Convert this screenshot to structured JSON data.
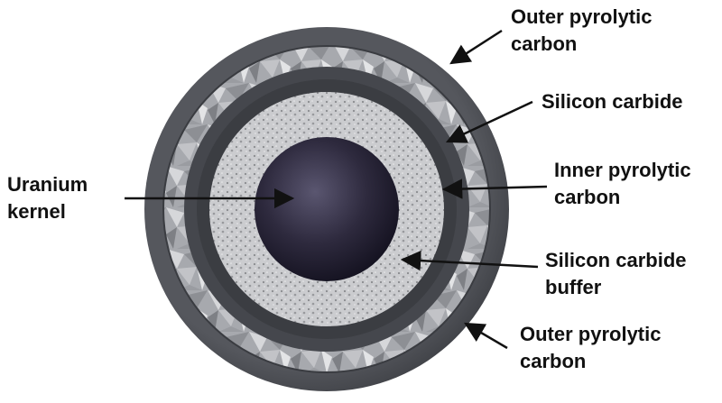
{
  "labels": {
    "outer_pyrolytic_top": [
      "Outer pyrolytic",
      "carbon"
    ],
    "silicon_carbide": [
      "Silicon carbide"
    ],
    "inner_pyrolytic": [
      "Inner pyrolytic",
      "carbon"
    ],
    "uranium_kernel": [
      "Uranium",
      "kernel"
    ],
    "silicon_carbide_buffer": [
      "Silicon carbide",
      "buffer"
    ],
    "outer_pyrolytic_bottom": [
      "Outer pyrolytic",
      "carbon"
    ]
  },
  "colors": {
    "outer_pyrolytic": "#4a4c52",
    "silicon_carbide": "#a9abb0",
    "inner_pyrolytic": "#45474d",
    "buffer": "#c9cacc",
    "kernel": "#2a2738",
    "text": "#111111"
  }
}
